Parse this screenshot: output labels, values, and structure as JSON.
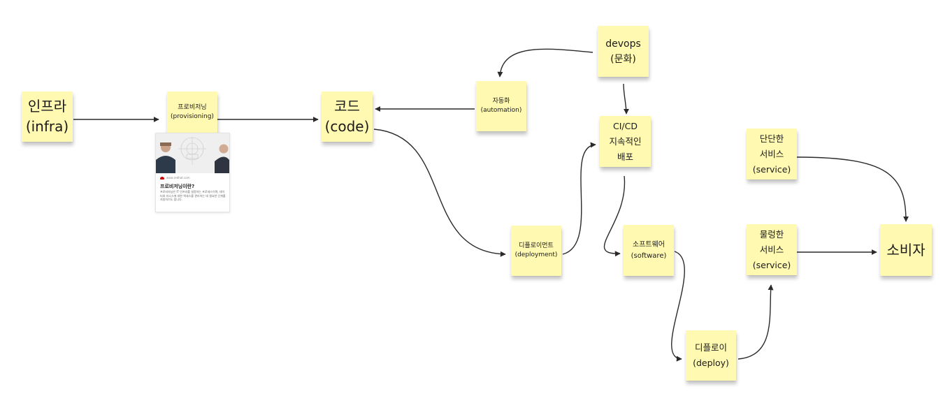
{
  "notes": {
    "infra": {
      "line1": "인프라",
      "line2": "(infra)"
    },
    "provisioning": {
      "line1": "프로비저닝",
      "line2": "(provisioning)"
    },
    "code": {
      "line1": "코드",
      "line2": "(code)"
    },
    "automation": {
      "line1": "자동화",
      "line2": "(automation)"
    },
    "devops": {
      "line1": "devops",
      "line2": "(문화)"
    },
    "cicd": {
      "line1": "CI/CD",
      "line2": "지속적인",
      "line3": "배포"
    },
    "deployment": {
      "line1": "디플로이먼트",
      "line2": "(deployment)"
    },
    "software": {
      "line1": "소프트웨어",
      "line2": "(software)"
    },
    "deploy": {
      "line1": "디플로이",
      "line2": "(deploy)"
    },
    "solid_service": {
      "line1": "단단한",
      "line2": "서비스",
      "line3": "(service)"
    },
    "soft_service": {
      "line1": "물렁한",
      "line2": "서비스",
      "line3": "(service)"
    },
    "consumer": {
      "line1": "소비자"
    }
  },
  "link_card": {
    "domain": "www.redhat.com",
    "title": "프로비저닝이란?",
    "description": "프로비저닝은 IT 인프라를 설정하는 프로세스이며, 데이터와 리소스에 대한 액세스를 관리하는 데 필요한 단계를 지칭하기도 합니다."
  },
  "colors": {
    "note": "#fff9b1",
    "arrow": "#2a2a2a",
    "favicon": "#cc0000"
  }
}
